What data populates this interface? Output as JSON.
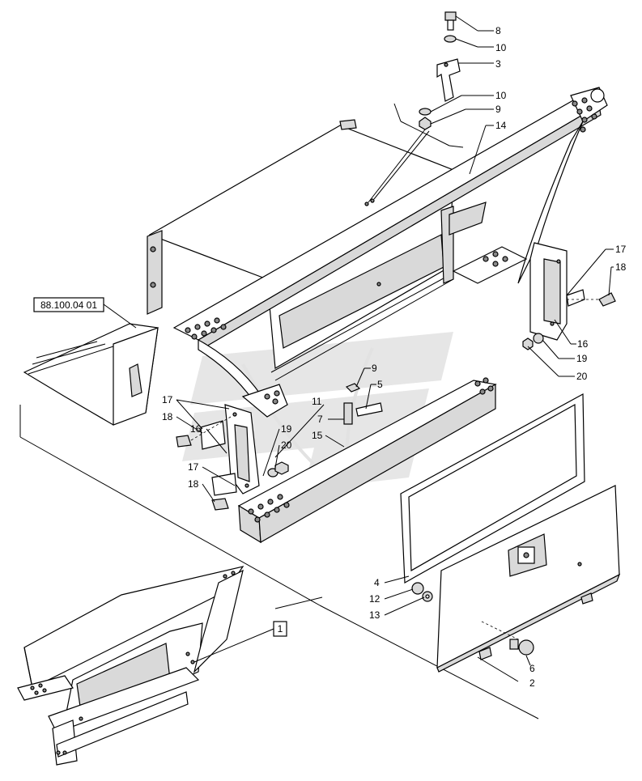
{
  "diagram": {
    "reference_code": "88.100.04 01",
    "assembly_callout": "1",
    "callouts": [
      {
        "id": "c8",
        "label": "8"
      },
      {
        "id": "c10a",
        "label": "10"
      },
      {
        "id": "c3",
        "label": "3"
      },
      {
        "id": "c10b",
        "label": "10"
      },
      {
        "id": "c9a",
        "label": "9"
      },
      {
        "id": "c14",
        "label": "14"
      },
      {
        "id": "c17a",
        "label": "17"
      },
      {
        "id": "c18a",
        "label": "18"
      },
      {
        "id": "c16a",
        "label": "16"
      },
      {
        "id": "c19a",
        "label": "19"
      },
      {
        "id": "c20a",
        "label": "20"
      },
      {
        "id": "c9b",
        "label": "9"
      },
      {
        "id": "c5",
        "label": "5"
      },
      {
        "id": "c11",
        "label": "11"
      },
      {
        "id": "c7",
        "label": "7"
      },
      {
        "id": "c15",
        "label": "15"
      },
      {
        "id": "c17b",
        "label": "17"
      },
      {
        "id": "c18b",
        "label": "18"
      },
      {
        "id": "c16b",
        "label": "16"
      },
      {
        "id": "c19b",
        "label": "19"
      },
      {
        "id": "c20b",
        "label": "20"
      },
      {
        "id": "c17c",
        "label": "17"
      },
      {
        "id": "c18c",
        "label": "18"
      },
      {
        "id": "c4",
        "label": "4"
      },
      {
        "id": "c12",
        "label": "12"
      },
      {
        "id": "c13",
        "label": "13"
      },
      {
        "id": "c6",
        "label": "6"
      },
      {
        "id": "c2",
        "label": "2"
      }
    ]
  }
}
